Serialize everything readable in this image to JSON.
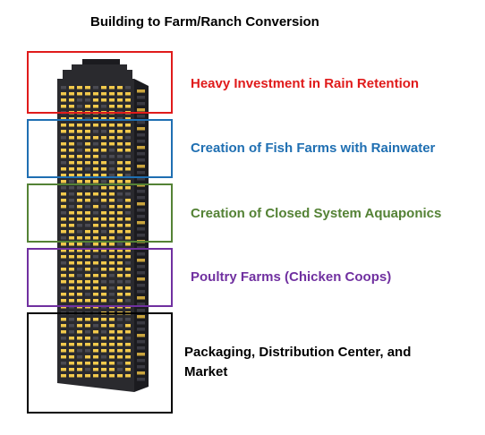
{
  "title": "Building to Farm/Ranch Conversion",
  "zones": [
    {
      "label": "Heavy Investment in Rain Retention",
      "color": "#e01b1b"
    },
    {
      "label": "Creation of Fish Farms with Rainwater",
      "color": "#1f6fb2"
    },
    {
      "label": "Creation of Closed System Aquaponics",
      "color": "#548235"
    },
    {
      "label": "Poultry Farms (Chicken Coops)",
      "color": "#7030a0"
    },
    {
      "label": "Packaging, Distribution Center, and Market",
      "color": "#000000"
    }
  ],
  "building": {
    "body_color": "#2a2a2e",
    "side_color": "#1b1b1f",
    "window_lit": "#f2c94c",
    "window_dark": "#4a4a52"
  }
}
